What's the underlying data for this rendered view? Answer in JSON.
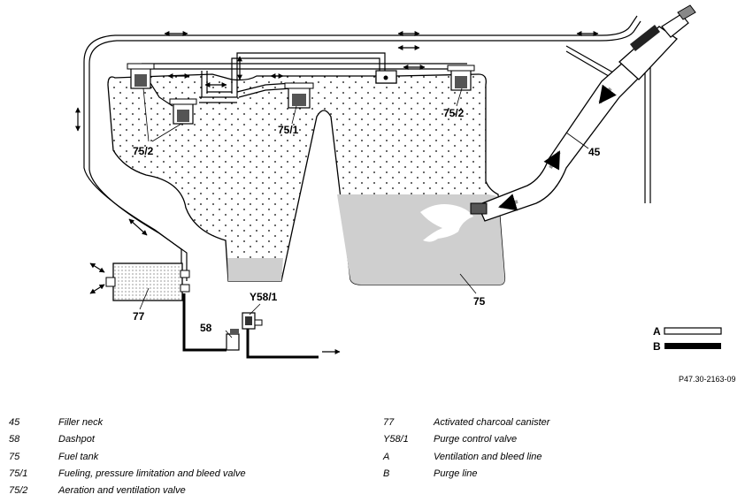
{
  "diagram": {
    "labels": {
      "l45": "45",
      "l75": "75",
      "l77": "77",
      "l58": "58",
      "l751": "75/1",
      "l752a": "75/2",
      "l752b": "75/2",
      "ly581": "Y58/1",
      "lA": "A",
      "lB": "B"
    },
    "reference": "P47.30-2163-09"
  },
  "legend": {
    "left": [
      {
        "code": "45",
        "text": "Filler neck"
      },
      {
        "code": "58",
        "text": "Dashpot"
      },
      {
        "code": "75",
        "text": "Fuel tank"
      },
      {
        "code": "75/1",
        "text": "Fueling, pressure limitation and bleed valve"
      },
      {
        "code": "75/2",
        "text": "Aeration and ventilation valve"
      }
    ],
    "right": [
      {
        "code": "77",
        "text": "Activated charcoal canister"
      },
      {
        "code": "Y58/1",
        "text": "Purge control valve"
      },
      {
        "code": "A",
        "text": "Ventilation and bleed line"
      },
      {
        "code": "B",
        "text": "Purge line"
      }
    ]
  }
}
